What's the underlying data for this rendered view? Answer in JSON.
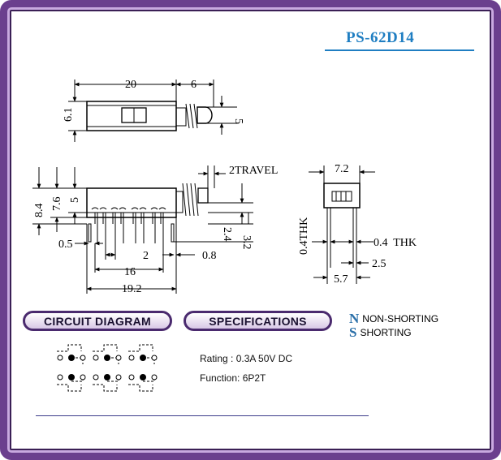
{
  "model": "PS-62D14",
  "dimensions": {
    "top_view": {
      "length": "20",
      "plunger": "6",
      "height": "6.1",
      "plunger_dia": "5"
    },
    "front_view": {
      "h1": "8.4",
      "h2": "7.6",
      "h3": "5",
      "travel": "2TRAVEL",
      "pin_len": "2.4",
      "depth": "3.2",
      "pin_w": "0.5",
      "pitch": "2",
      "offset": "0.8",
      "span": "16",
      "total": "19.2"
    },
    "side_view": {
      "width": "7.2",
      "thk_left": "0.4THK",
      "thk_right": "0.4  THK",
      "row": "2.5",
      "base": "5.7"
    }
  },
  "sections": {
    "circuit": "CIRCUIT DIAGRAM",
    "specs": "SPECIFICATIONS"
  },
  "legend": [
    {
      "icon": "N",
      "label": "NON-SHORTING"
    },
    {
      "icon": "S",
      "label": "SHORTING"
    }
  ],
  "specs": {
    "rating": "Rating : 0.3A 50V DC",
    "function": "Function: 6P2T"
  },
  "colors": {
    "frame": "#6b3f8e",
    "title": "#1f7ec2",
    "pill_border": "#4a2a6e"
  }
}
